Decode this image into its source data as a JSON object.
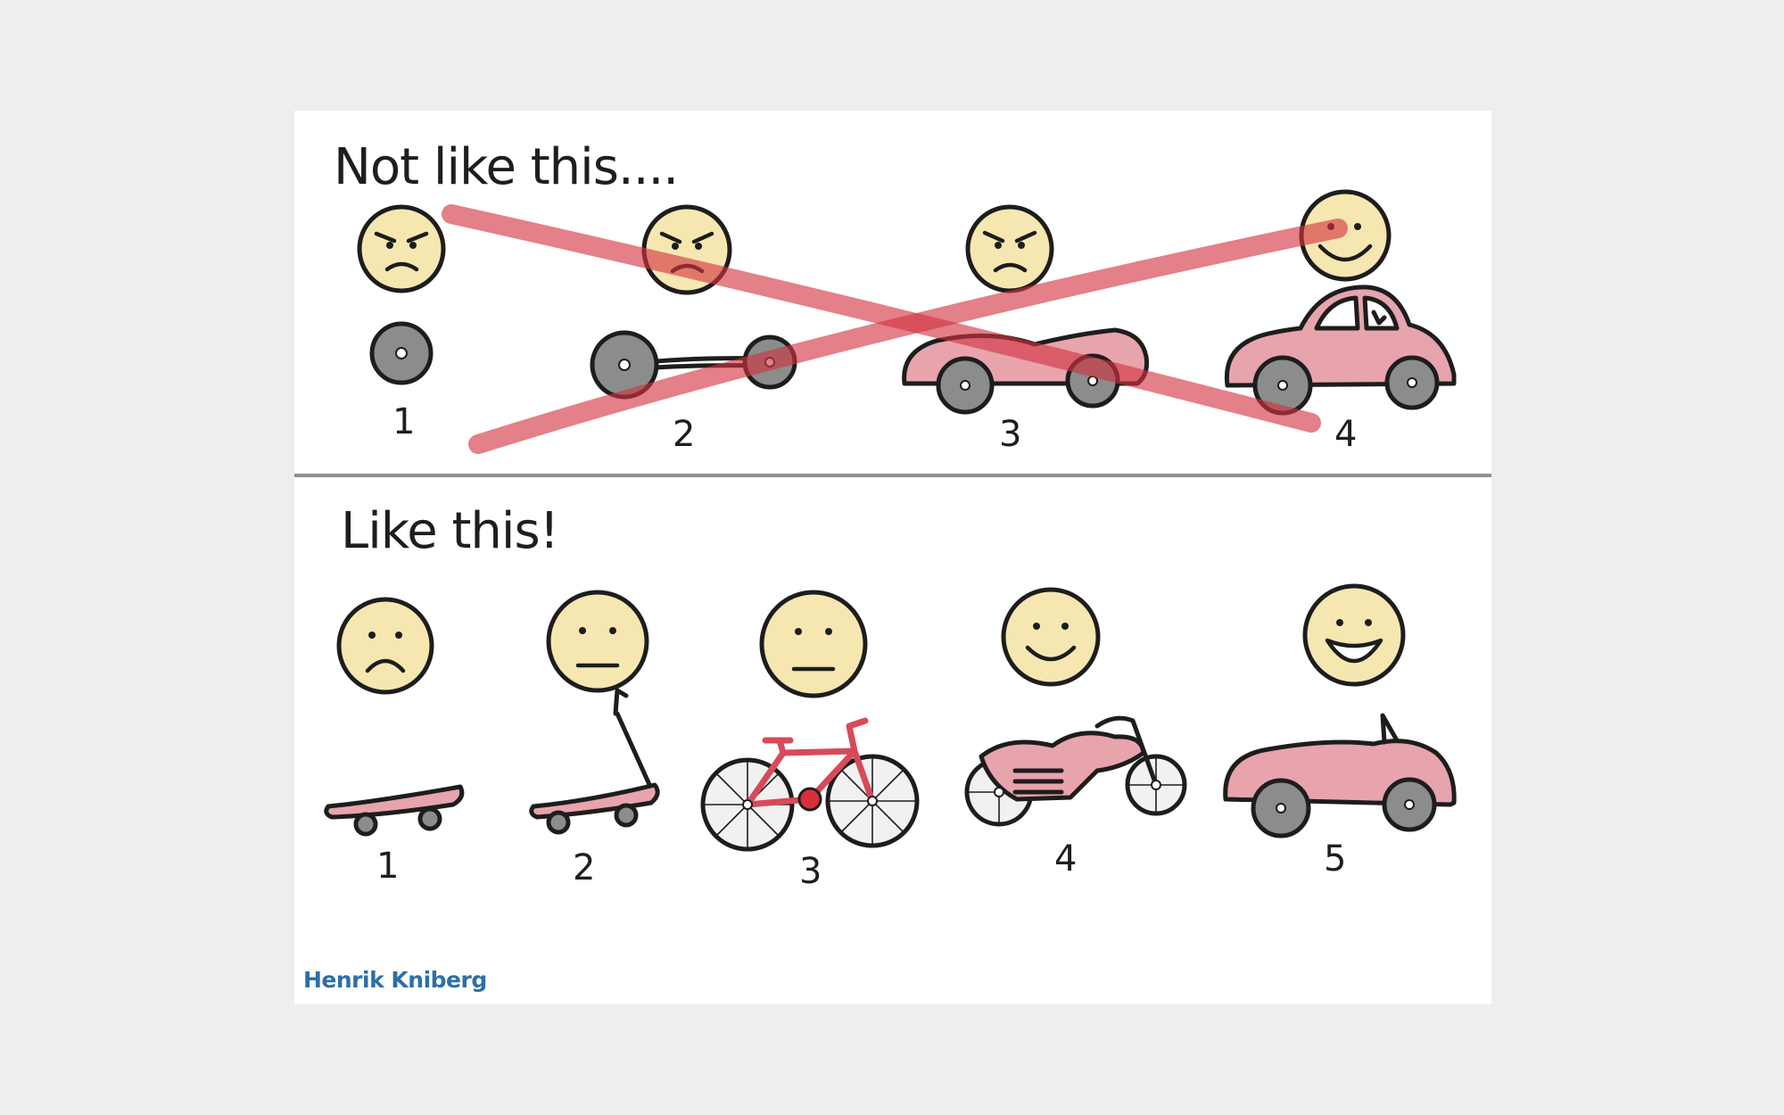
{
  "top_section": {
    "heading": "Not like this....",
    "steps": [
      {
        "number": "1",
        "item": "wheel",
        "mood": "angry"
      },
      {
        "number": "2",
        "item": "axle with two wheels",
        "mood": "angry"
      },
      {
        "number": "3",
        "item": "car body without roof",
        "mood": "angry"
      },
      {
        "number": "4",
        "item": "car",
        "mood": "happy"
      }
    ]
  },
  "bottom_section": {
    "heading": "Like this!",
    "steps": [
      {
        "number": "1",
        "item": "skateboard",
        "mood": "sad"
      },
      {
        "number": "2",
        "item": "scooter",
        "mood": "neutral"
      },
      {
        "number": "3",
        "item": "bicycle",
        "mood": "neutral"
      },
      {
        "number": "4",
        "item": "motorcycle",
        "mood": "smile"
      },
      {
        "number": "5",
        "item": "convertible car",
        "mood": "big-smile"
      }
    ]
  },
  "credit": "Henrik Kniberg",
  "colors": {
    "background": "#efeeec",
    "card": "#ffffff",
    "face": "#f6e7b1",
    "vehicle": "#e7a4ad",
    "cross": "#d2323f",
    "credit": "#2d6fa7",
    "divider": "#8f8f8f"
  }
}
